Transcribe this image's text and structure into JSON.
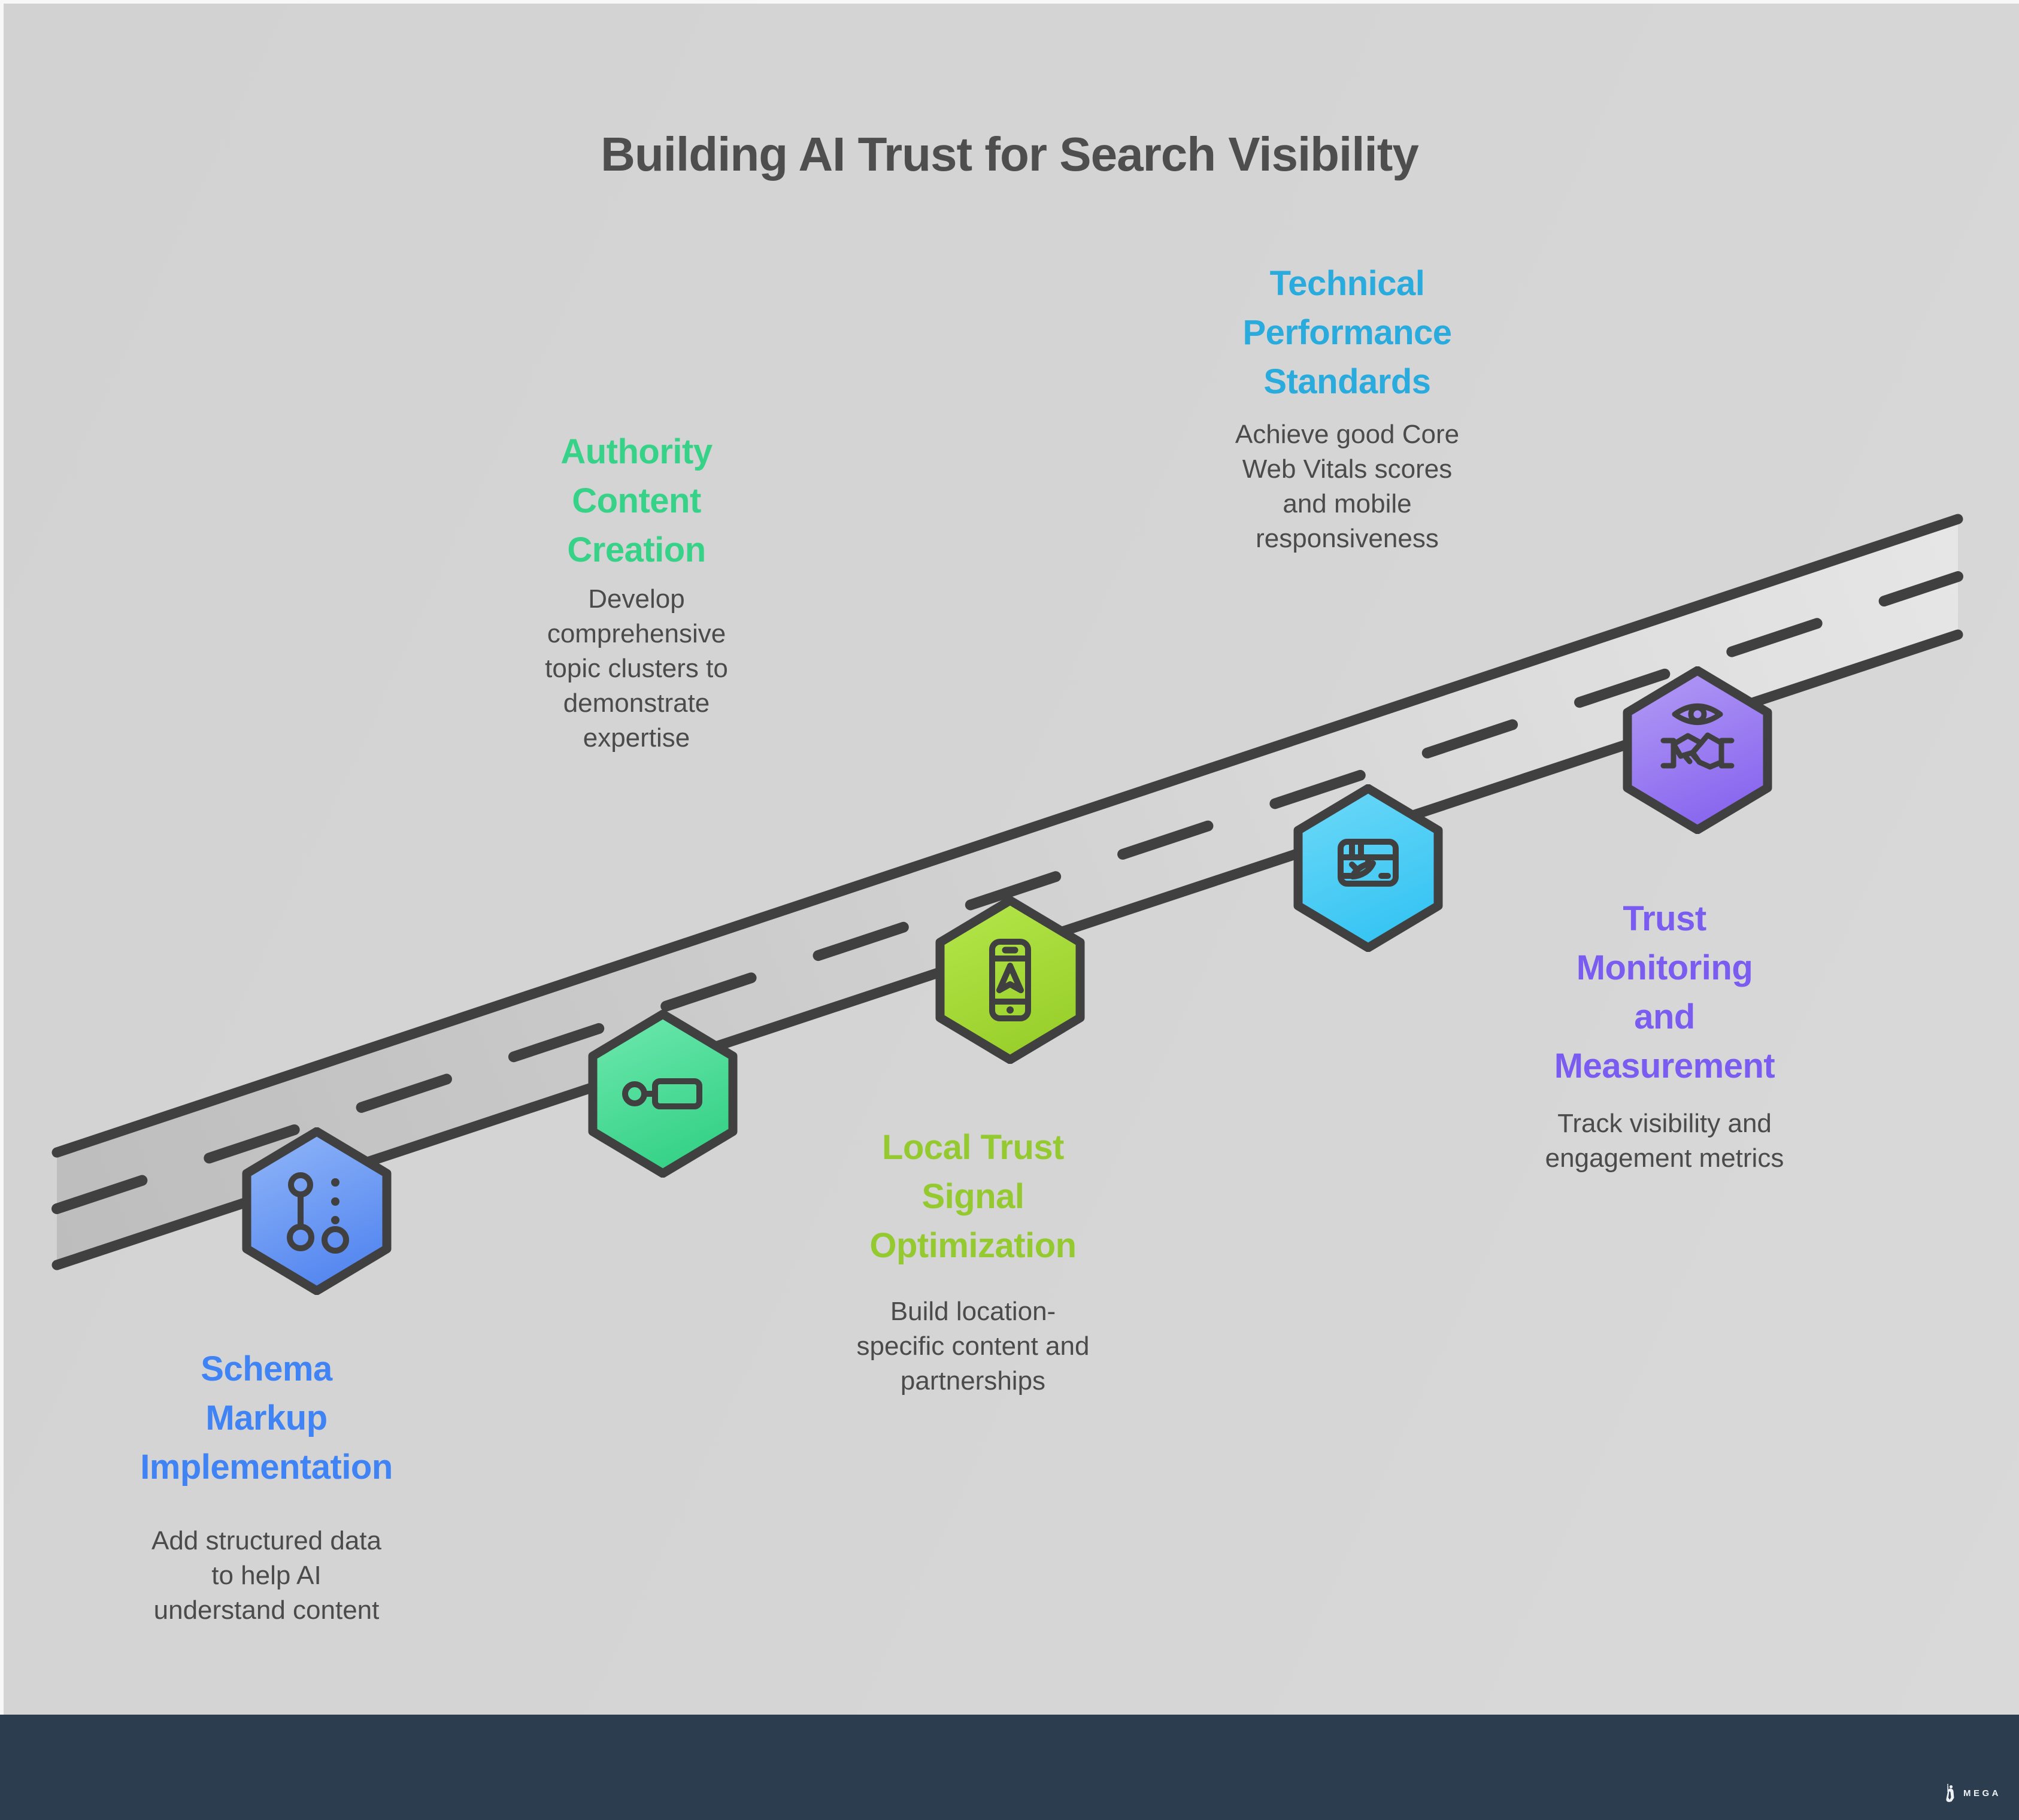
{
  "page": {
    "background_color": "#d4d4d4",
    "top_strip_color": "#f8f8f8"
  },
  "title": {
    "text": "Building AI Trust for Search Visibility",
    "color": "#4e4e4e"
  },
  "road": {
    "style": "diagonal road with dashed center line, rising left to right",
    "fill_start": "#bdbdbd",
    "fill_end": "#e6e6e6",
    "line_color": "#404040"
  },
  "steps": [
    {
      "title": "Schema\nMarkup\nImplementation",
      "description": "Add structured data\nto help AI\nunderstand content",
      "accent_color": "#4083f4",
      "hexagon_gradient": [
        "#92b7f8",
        "#5688f0"
      ],
      "icon": "schema-nodes-icon"
    },
    {
      "title": "Authority\nContent\nCreation",
      "description": "Develop\ncomprehensive\ntopic clusters to\ndemonstrate\nexpertise",
      "accent_color": "#35d287",
      "hexagon_gradient": [
        "#6fe9af",
        "#37d288"
      ],
      "icon": "topic-cluster-icon"
    },
    {
      "title": "Local Trust\nSignal\nOptimization",
      "description": "Build location-\nspecific content and\npartnerships",
      "accent_color": "#95c930",
      "hexagon_gradient": [
        "#b5e74b",
        "#9ad02c"
      ],
      "icon": "mobile-navigation-icon"
    },
    {
      "title": "Technical\nPerformance\nStandards",
      "description": "Achieve good Core\nWeb Vitals scores\nand mobile\nresponsiveness",
      "accent_color": "#29abdd",
      "hexagon_gradient": [
        "#6ed9f8",
        "#38c5f3"
      ],
      "icon": "browser-speed-icon"
    },
    {
      "title": "Trust\nMonitoring\nand\nMeasurement",
      "description": "Track visibility and\nengagement metrics",
      "accent_color": "#7b5cf1",
      "hexagon_gradient": [
        "#b49cf5",
        "#8a68ef"
      ],
      "icon": "eye-handshake-icon"
    }
  ],
  "footer": {
    "brand": "MEGA",
    "icon": "mega-figure-icon",
    "bar_color": "#2c3d4f",
    "text_color": "#eef2f6"
  }
}
